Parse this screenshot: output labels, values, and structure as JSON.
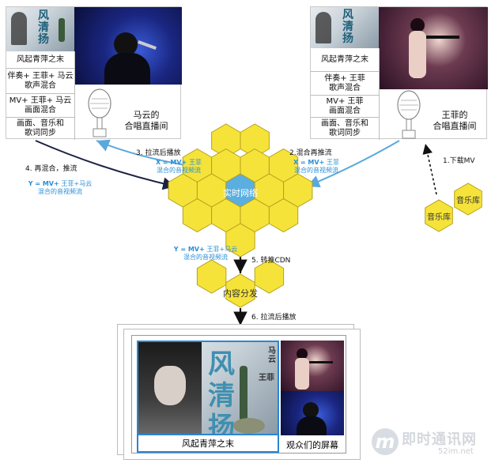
{
  "left_panel": {
    "song_title": "风起青萍之末",
    "rows": [
      "伴奏+ 王菲+ 马云\n歌声混合",
      "MV+ 王菲+ 马云\n画面混合",
      "画面、音乐和\n歌词同步"
    ],
    "caption": "马云的\n合唱直播间"
  },
  "right_panel": {
    "song_title": "风起青萍之末",
    "rows": [
      "伴奏+ 王菲\n歌声混合",
      "MV+ 王菲\n画面混合",
      "画面、音乐和\n歌词同步"
    ],
    "caption": "王菲的\n合唱直播间"
  },
  "poster": {
    "title_chars": [
      "风",
      "清",
      "扬"
    ],
    "names": [
      "马云",
      "王菲"
    ]
  },
  "network": {
    "center_label": "实时网络",
    "cdn_label": "内容分发",
    "music_labels": [
      "音乐库",
      "音乐库"
    ]
  },
  "steps": {
    "s1": "1.下载MV",
    "s2": "2.混合再推流",
    "s3": "3. 拉流后播放",
    "s4": "4. 再混合，推流",
    "s5": "5. 转推CDN",
    "s6": "6. 拉流后播放"
  },
  "formulas": {
    "x_left": {
      "main": "X = MV+ ",
      "rest": "王菲",
      "line2": "混合的音视频流"
    },
    "x_right": {
      "main": "X = MV+ ",
      "rest": "王菲",
      "line2": "混合的音视频流"
    },
    "y_left": {
      "main": "Y = MV+ ",
      "rest": "王菲+马云",
      "line2": "混合的音视频流"
    },
    "y_center": {
      "main": "Y = MV+ ",
      "rest": "王菲+马云",
      "line2": "混合的音视频流"
    }
  },
  "audience": {
    "song_title": "风起青萍之末",
    "screen_label": "观众们的屏幕"
  },
  "watermark": {
    "logo_letter": "m",
    "text": "即时通讯网",
    "url": "52im.net"
  },
  "colors": {
    "hex_fill": "#f6e33a",
    "hex_center": "#5aaee0",
    "hex_stroke": "#b5a21a",
    "arrow_dark": "#1a2240",
    "arrow_blue": "#5aa9dc",
    "formula_blue": "#2a8fd6"
  }
}
